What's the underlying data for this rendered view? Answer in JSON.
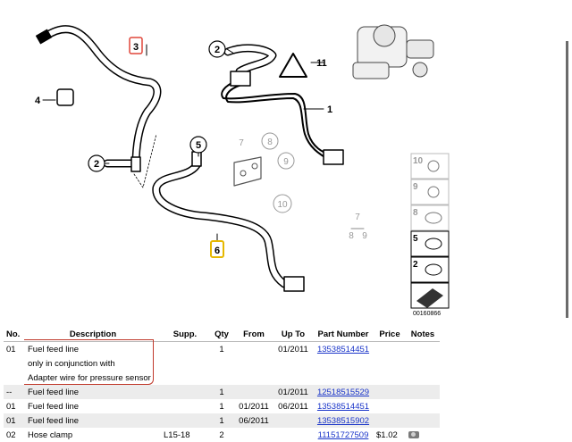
{
  "diagram": {
    "callouts": {
      "c1": "1",
      "c2a": "2",
      "c2b": "2",
      "c3": "3",
      "c4": "4",
      "c5": "5",
      "c6": "6",
      "c7": "7",
      "c8": "8",
      "c9": "9",
      "c10": "10",
      "c11": "11",
      "c7b": "7",
      "c8b": "8",
      "c9b": "9"
    },
    "side_panel": [
      "10",
      "9",
      "8",
      "5",
      "2"
    ],
    "image_code": "00160866",
    "highlight_colors": {
      "selected": "#e0463a",
      "hover": "#e6b800"
    }
  },
  "table": {
    "headers": [
      "No.",
      "Description",
      "Supp.",
      "Qty",
      "From",
      "Up To",
      "Part Number",
      "Price",
      "Notes"
    ],
    "rows": [
      {
        "no": "01",
        "desc": "Fuel feed line",
        "supp": "",
        "qty": "1",
        "from": "",
        "upto": "01/2011",
        "part": "13538514451",
        "price": "",
        "notes": ""
      },
      {
        "no": "",
        "desc": "only in conjunction with",
        "supp": "",
        "qty": "",
        "from": "",
        "upto": "",
        "part": "",
        "price": "",
        "notes": ""
      },
      {
        "no": "",
        "desc": "Adapter wire for pressure sensor",
        "supp": "",
        "qty": "",
        "from": "",
        "upto": "",
        "part": "",
        "price": "",
        "notes": ""
      },
      {
        "no": "--",
        "desc": "Fuel feed line",
        "supp": "",
        "qty": "1",
        "from": "",
        "upto": "01/2011",
        "part": "12518515529",
        "price": "",
        "notes": ""
      },
      {
        "no": "01",
        "desc": "Fuel feed line",
        "supp": "",
        "qty": "1",
        "from": "01/2011",
        "upto": "06/2011",
        "part": "13538514451",
        "price": "",
        "notes": ""
      },
      {
        "no": "01",
        "desc": "Fuel feed line",
        "supp": "",
        "qty": "1",
        "from": "06/2011",
        "upto": "",
        "part": "13538515902",
        "price": "",
        "notes": ""
      },
      {
        "no": "02",
        "desc": "Hose clamp",
        "supp": "L15-18",
        "qty": "2",
        "from": "",
        "upto": "",
        "part": "11151727509",
        "price": "$1.02",
        "notes": "camera-icon"
      }
    ]
  }
}
